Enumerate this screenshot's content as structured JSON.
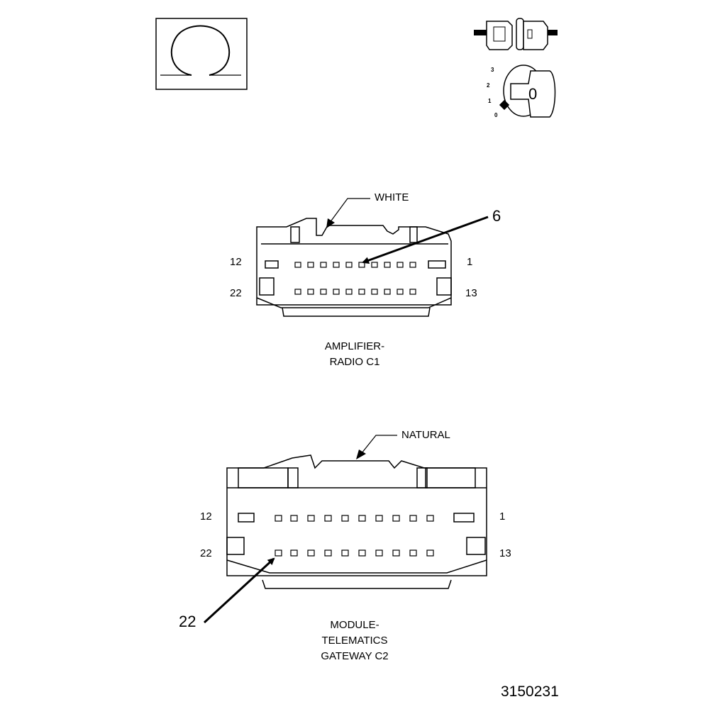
{
  "icons": {
    "ohm_icon": "ohm-meter-icon",
    "connector_icon": "disconnect-connector-icon",
    "ignition_icon": "ignition-key-icon"
  },
  "ignition": {
    "positions": [
      "3",
      "2",
      "1",
      "0"
    ],
    "key_value": "0"
  },
  "connector_c1": {
    "color_label": "WHITE",
    "callout": "6",
    "pin_top_left": "12",
    "pin_top_right": "1",
    "pin_bottom_left": "22",
    "pin_bottom_right": "13",
    "title_line1": "AMPLIFIER-",
    "title_line2": "RADIO C1"
  },
  "connector_c2": {
    "color_label": "NATURAL",
    "callout": "22",
    "pin_top_left": "12",
    "pin_top_right": "1",
    "pin_bottom_left": "22",
    "pin_bottom_right": "13",
    "title_line1": "MODULE-",
    "title_line2": "TELEMATICS",
    "title_line3": "GATEWAY C2"
  },
  "figure_number": "3150231",
  "colors": {
    "line": "#000000",
    "background": "#ffffff"
  }
}
